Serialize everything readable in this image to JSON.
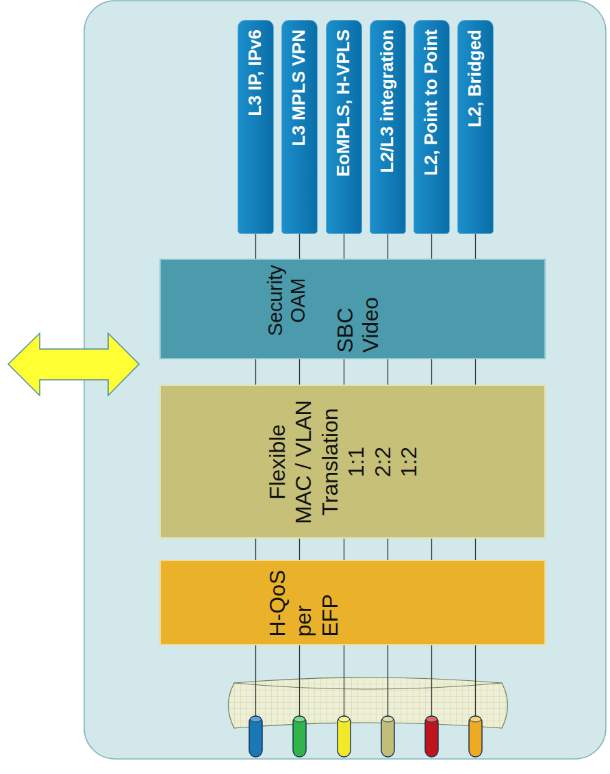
{
  "diagram": {
    "nodes": [
      {
        "text": [
          "L3 IP, IPv6"
        ]
      },
      {
        "text": [
          "L3 MPLS VPN"
        ]
      },
      {
        "text": [
          "EoMPLS, H-VPLS"
        ]
      },
      {
        "text": [
          "L2/L3 integration"
        ]
      },
      {
        "text": [
          "L2, Point to Point"
        ]
      },
      {
        "text": [
          "L2, Bridged"
        ]
      },
      {
        "text": [
          "Security OAM",
          "SBC Video"
        ]
      },
      {
        "text": [
          "Flexible MAC / VLAN Translation",
          "1:1 2:2 1:2"
        ]
      },
      {
        "text": [
          "H-QoS per EFP"
        ]
      }
    ],
    "edges": [
      {
        "from": 0,
        "to": 6,
        "arrow": "none"
      },
      {
        "from": 1,
        "to": 6,
        "arrow": "none"
      },
      {
        "from": 2,
        "to": 6,
        "arrow": "none"
      },
      {
        "from": 3,
        "to": 6,
        "arrow": "none"
      },
      {
        "from": 4,
        "to": 6,
        "arrow": "none"
      },
      {
        "from": 5,
        "to": 6,
        "arrow": "none"
      },
      {
        "from": 6,
        "to": 7,
        "arrow": "none"
      },
      {
        "from": 6,
        "to": 7,
        "arrow": "none"
      },
      {
        "from": 6,
        "to": 7,
        "arrow": "none"
      },
      {
        "from": 6,
        "to": 7,
        "arrow": "none"
      },
      {
        "from": 6,
        "to": 7,
        "arrow": "none"
      },
      {
        "from": 6,
        "to": 7,
        "arrow": "none"
      },
      {
        "from": 7,
        "to": 8,
        "arrow": "none"
      },
      {
        "from": 7,
        "to": 8,
        "arrow": "none"
      },
      {
        "from": 7,
        "to": 8,
        "arrow": "none"
      },
      {
        "from": 7,
        "to": 8,
        "arrow": "none"
      },
      {
        "from": 7,
        "to": 8,
        "arrow": "none"
      },
      {
        "from": 7,
        "to": 8,
        "arrow": "none"
      }
    ]
  }
}
